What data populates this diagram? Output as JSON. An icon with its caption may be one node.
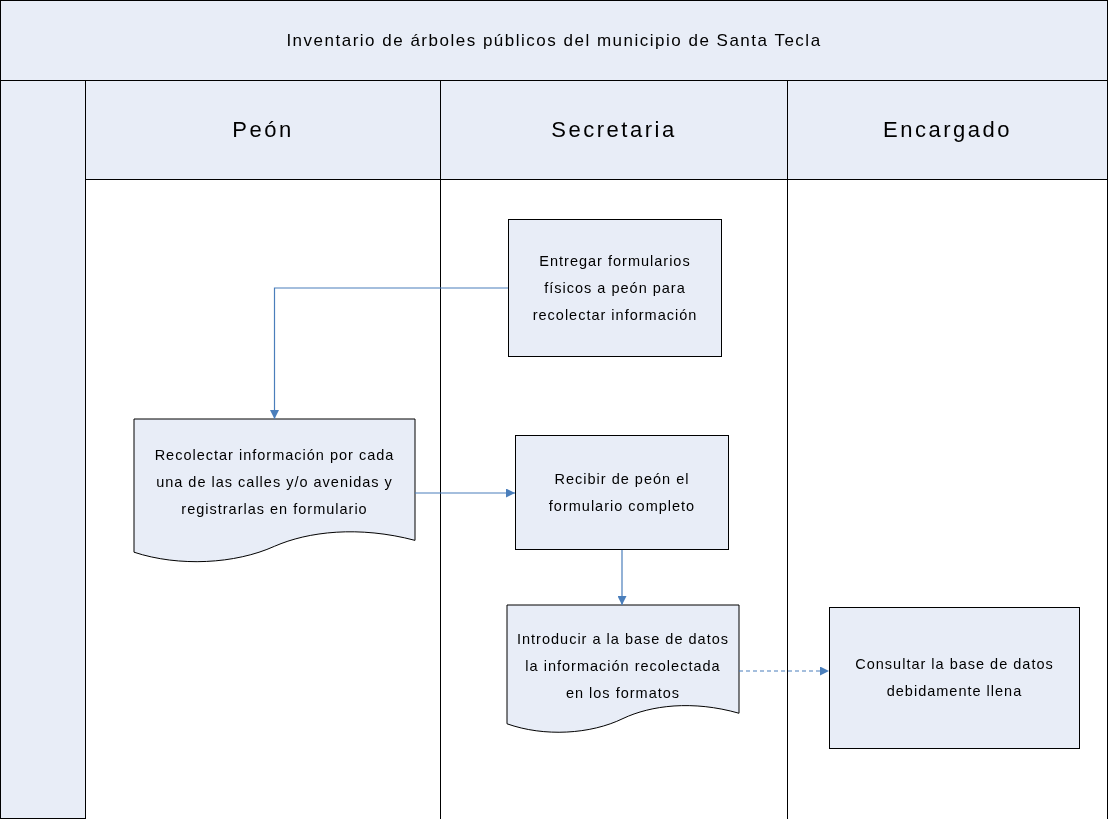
{
  "diagram": {
    "title": "Inventario de árboles públicos del municipio de Santa Tecla",
    "nodes": [
      {
        "text": [
          "Peón"
        ]
      },
      {
        "text": [
          "Secretaria"
        ]
      },
      {
        "text": [
          "Encargado"
        ]
      },
      {
        "text": [
          "Entregar formularios físicos a peón para recolectar información"
        ],
        "in": 1
      },
      {
        "text": [
          "Recolectar información por cada una de las calles y/o avenidas y registrarlas en formulario"
        ],
        "in": 0
      },
      {
        "text": [
          "Recibir de peón el formulario completo"
        ],
        "in": 1
      },
      {
        "text": [
          "Introducir a la base de datos la información recolectada en los formatos"
        ],
        "in": 1
      },
      {
        "text": [
          "Consultar la base de datos debidamente llena"
        ],
        "in": 2
      },
      {
        "text": [],
        "shape": "band"
      }
    ],
    "edges": [
      {
        "from": 3,
        "to": 4,
        "arrow": "to"
      },
      {
        "from": 4,
        "to": 5,
        "arrow": "to"
      },
      {
        "from": 5,
        "to": 6,
        "arrow": "to"
      },
      {
        "from": 6,
        "to": 7,
        "arrow": "to",
        "style": "dashed"
      }
    ]
  }
}
